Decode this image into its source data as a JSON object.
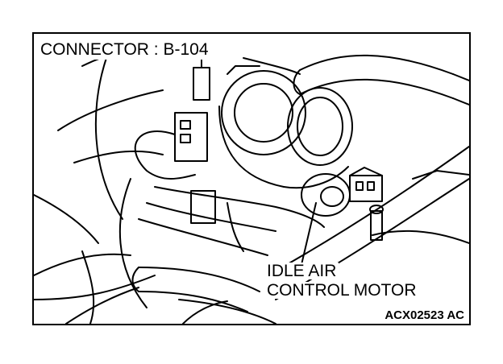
{
  "diagram": {
    "connector_label": "CONNECTOR : B-104",
    "part_label_line1": "IDLE AIR",
    "part_label_line2": "CONTROL MOTOR",
    "figure_code": "ACX02523 AC"
  },
  "colors": {
    "line": "#000000",
    "background": "#ffffff"
  }
}
